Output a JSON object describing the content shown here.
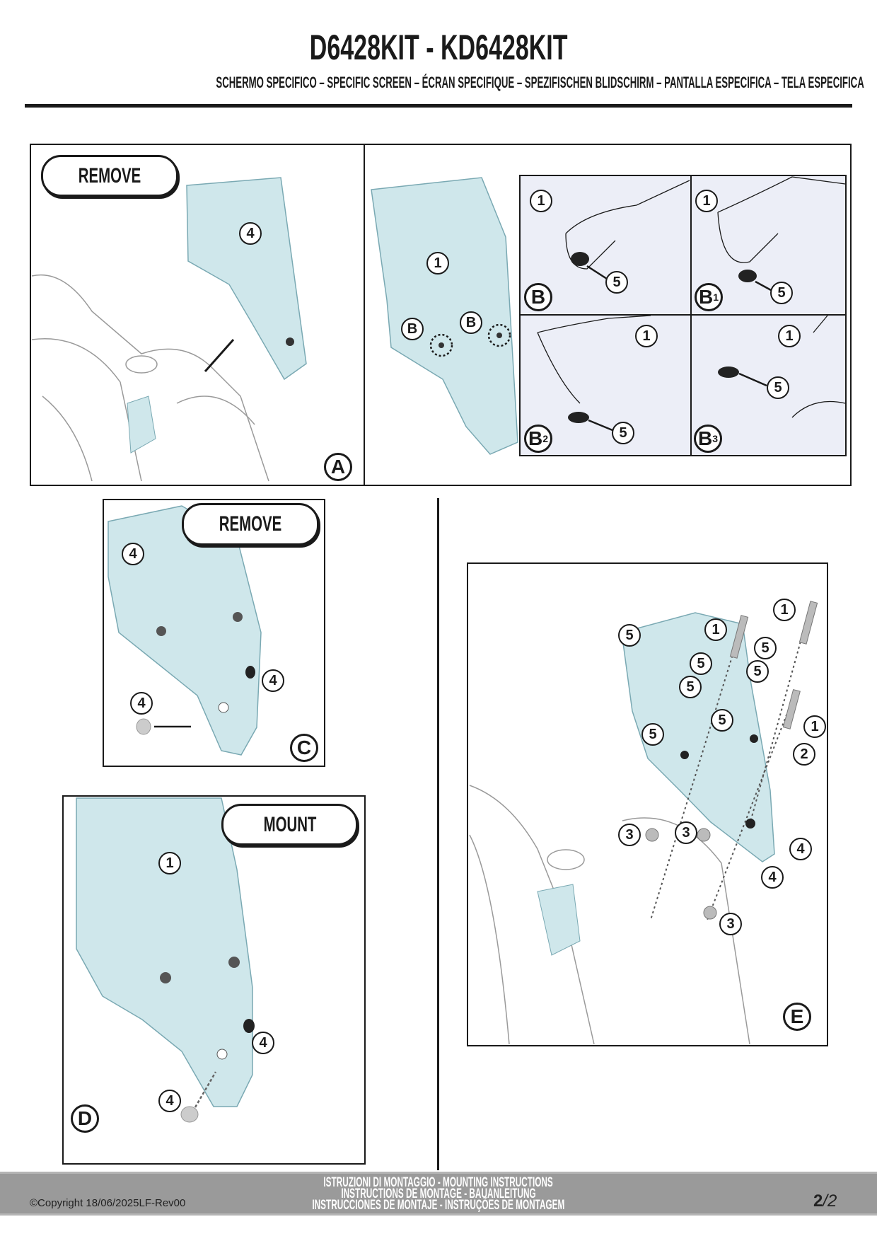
{
  "header": {
    "title": "D6428KIT - KD6428KIT",
    "subtitle": "SCHERMO SPECIFICO – SPECIFIC SCREEN – ÉCRAN SPECIFIQUE – SPEZIFISCHEN BLIDSCHIRM – PANTALLA ESPECIFICA – TELA ESPECIFICA"
  },
  "panels": {
    "A": {
      "letter": "A",
      "action": "REMOVE",
      "callouts": [
        "4"
      ]
    },
    "B": {
      "callouts": [
        "1",
        "B",
        "B"
      ]
    },
    "B_steps": [
      {
        "label": "B",
        "suffix": "",
        "callouts": [
          "1",
          "5"
        ]
      },
      {
        "label": "B",
        "suffix": "1",
        "callouts": [
          "1",
          "5"
        ]
      },
      {
        "label": "B",
        "suffix": "2",
        "callouts": [
          "1",
          "5"
        ]
      },
      {
        "label": "B",
        "suffix": "3",
        "callouts": [
          "1",
          "5"
        ]
      }
    ],
    "C": {
      "letter": "C",
      "action": "REMOVE",
      "callouts": [
        "4",
        "4",
        "4"
      ]
    },
    "D": {
      "letter": "D",
      "action": "MOUNT",
      "callouts": [
        "1",
        "4",
        "4"
      ]
    },
    "E": {
      "letter": "E",
      "callouts": [
        "5",
        "1",
        "1",
        "5",
        "5",
        "5",
        "5",
        "5",
        "5",
        "1",
        "2",
        "3",
        "3",
        "4",
        "4",
        "3"
      ]
    }
  },
  "footer": {
    "lines": [
      "ISTRUZIONI DI MONTAGGIO  -  MOUNTING INSTRUCTIONS",
      "INSTRUCTIONS DE MONTAGE - BAUANLEITUNG",
      "INSTRUCCIONES DE MONTAJE - INSTRUÇÕES DE MONTAGEM"
    ],
    "copyright": "©Copyright 18/06/2025LF-Rev00",
    "page": "2",
    "page_total": "/2"
  },
  "colors": {
    "screen": "#cfe7eb",
    "subpanel_bg": "#eceef7",
    "footer_bg": "#9a9a9a"
  }
}
